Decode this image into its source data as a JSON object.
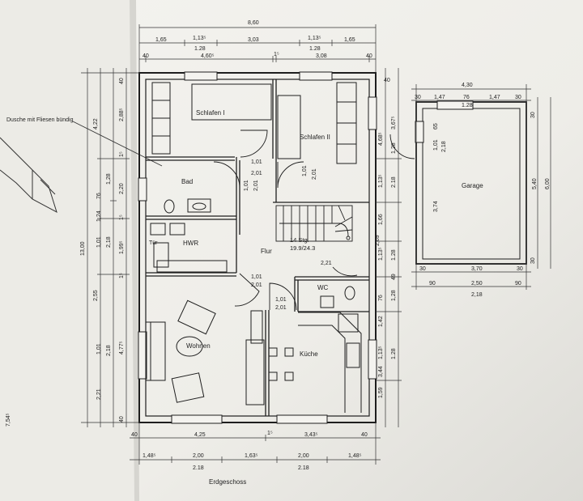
{
  "drawing_title": "Erdgeschoss",
  "note": "Dusche mit Fliesen bündig",
  "rooms": {
    "schlafen1": "Schlafen I",
    "schlafen2": "Schlafen II",
    "bad": "Bad",
    "hwr": "HWR",
    "tuer": "Tür",
    "flur": "Flur",
    "wc": "WC",
    "wohnen": "Wohnen",
    "kueche": "Küche",
    "garage": "Garage"
  },
  "stairs": {
    "steps": "14 Stg.",
    "ratio": "19.9/24.3"
  },
  "top_dims": {
    "total": "8,60",
    "row1": [
      "1,65",
      "1,13⁵",
      "3,03",
      "1,13⁵",
      "1,65"
    ],
    "row1_sub": [
      "1.28",
      "1.28"
    ],
    "row2": [
      "40",
      "4,60⁵",
      "1⁵",
      "3,08",
      "40"
    ]
  },
  "bottom_dims": {
    "row1": [
      "40",
      "4,25",
      "1⁵",
      "3,43⁵",
      "40"
    ],
    "row2": [
      "1,48⁵",
      "2,00",
      "1,63⁵",
      "2,00",
      "1,48⁵"
    ],
    "row2_sub": [
      "2.18",
      "2.18"
    ]
  },
  "left_dims": {
    "total": "13,00",
    "col_a": [
      "40",
      "4,22",
      "1⁵",
      "2,55",
      "40"
    ],
    "col_b": [
      "2,88⁵",
      "2,20",
      "1⁵",
      "1,99⁵",
      "1⁵",
      "4,77⁵"
    ],
    "col_c": [
      "1,28",
      "76",
      "1,24",
      "1,01",
      "2,18",
      "1,01",
      "2,18",
      "2,21"
    ],
    "outer": "7,54⁵"
  },
  "right_dims": {
    "col_a": [
      "3,67⁵",
      "4,68⁵",
      "1,13⁵",
      "1,66",
      "1,13⁵",
      "49",
      "76",
      "1,42",
      "1,13⁵",
      "1,59"
    ],
    "col_b": [
      "1.28",
      "2.18",
      "1.28",
      "1,28",
      "1.28",
      "3,44"
    ],
    "markers": [
      "40",
      "2,69",
      "2,21"
    ]
  },
  "door_dims": {
    "d1": [
      "1,01",
      "2,01"
    ],
    "d2": [
      "1,01",
      "2,01"
    ],
    "d3": [
      "1,01",
      "2,01"
    ],
    "d4": [
      "1,01",
      "2,01"
    ],
    "d5": [
      "1,01",
      "2,01"
    ]
  },
  "garage_dims": {
    "width": "4,30",
    "top_row": [
      "30",
      "1,47",
      "76",
      "1,47",
      "30"
    ],
    "top_sub": "1.28",
    "left_col": [
      "1,01",
      "2,18",
      "3,74"
    ],
    "right_col": [
      "30",
      "5,40",
      "6,00",
      "30"
    ],
    "window": "65",
    "bottom_row": [
      "30",
      "3,70",
      "30"
    ],
    "bottom_row2": [
      "90",
      "2,50",
      "90"
    ],
    "bottom_sub": "2,18"
  }
}
